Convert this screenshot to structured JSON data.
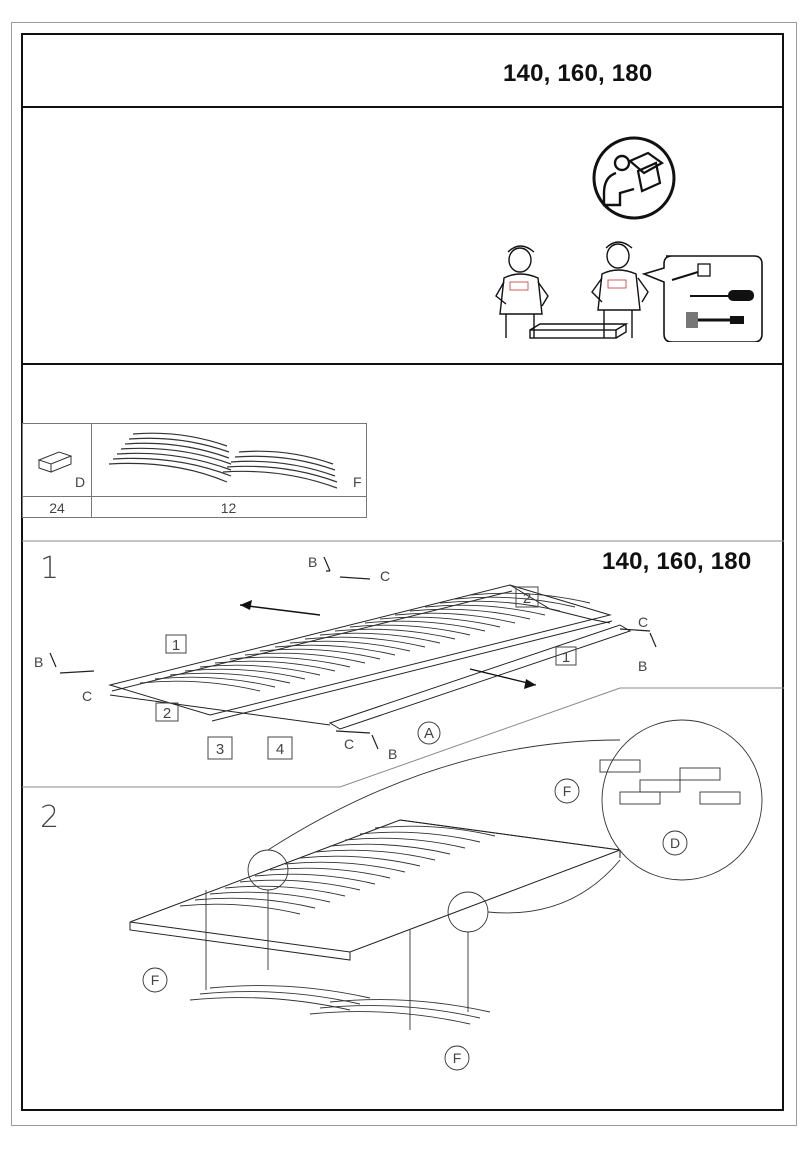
{
  "header": {
    "model_sizes": "140, 160, 180"
  },
  "parts_table": {
    "parts": [
      {
        "letter": "D",
        "qty": "24",
        "icon": "connector-block-icon"
      },
      {
        "letter": "F",
        "qty": "12",
        "icon": "slat-bundle-icon"
      }
    ]
  },
  "step1": {
    "number": "1",
    "model_sizes": "140, 160, 180",
    "callouts": {
      "A": "A",
      "B": "B",
      "C": "C",
      "one": "1",
      "two": "2",
      "three": "3",
      "four": "4"
    }
  },
  "step2": {
    "number": "2",
    "callouts": {
      "D": "D",
      "F": "F"
    }
  },
  "icons": [
    "read-instructions-icon",
    "two-person-assembly-icon",
    "tools-required-icon",
    "screwdriver-icon",
    "hammer-icon",
    "screw-icon"
  ]
}
